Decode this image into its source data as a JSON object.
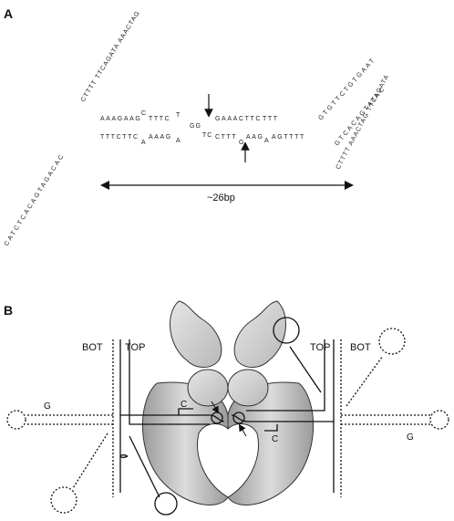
{
  "panel_a": {
    "label": "A",
    "top_strand_segments": [
      "AAAGAAG",
      "C",
      "TTTC",
      "T"
    ],
    "bottom_strand_segments": [
      "TTTCTTC",
      "A",
      "AAAG",
      "A"
    ],
    "right_top_segments": [
      "GAAA",
      "CTTC",
      "TTT"
    ],
    "right_bottom_segments": [
      "CTTT",
      "G",
      "AAG",
      "A",
      "AGTTTT"
    ],
    "center_bases_top": "GG",
    "center_bases_bottom": "TC",
    "left_tail_top": "CTTTT TTCAGATA AAACTAG",
    "left_tail_bottom": "CATCTCACAGTAGACAC",
    "right_tail_top": "GTGTTCTGTGAAT",
    "right_tail_bottom": "GTCACAGTATAC",
    "right_hairpin": "CTTTT AAACTAG TTCAGATA",
    "distance_label": "~26bp"
  },
  "panel_b": {
    "label": "B",
    "bot_left": "BOT",
    "top_left": "TOP",
    "top_right": "TOP",
    "bot_right": "BOT",
    "g_left": "G",
    "g_right": "G",
    "c_left": "C",
    "c_right": "C"
  }
}
